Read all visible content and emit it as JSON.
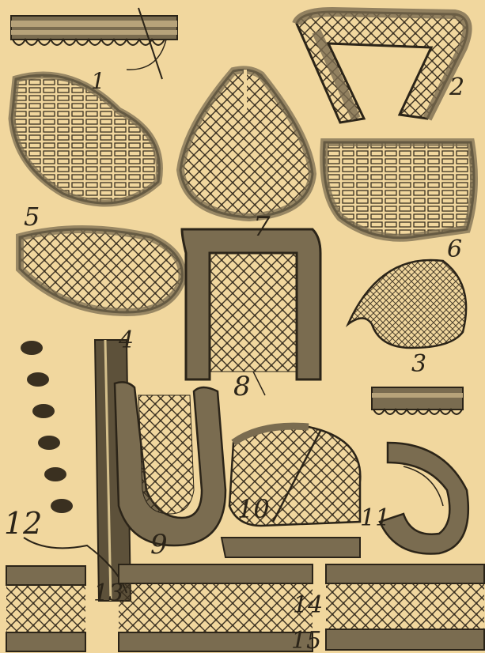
{
  "plate": {
    "background": "#f1d79e",
    "ink": "#2b2418",
    "figures": [
      {
        "id": "1",
        "label": "1"
      },
      {
        "id": "2",
        "label": "2"
      },
      {
        "id": "3",
        "label": "3"
      },
      {
        "id": "4",
        "label": "4"
      },
      {
        "id": "5",
        "label": "5"
      },
      {
        "id": "6",
        "label": "6"
      },
      {
        "id": "7",
        "label": "7"
      },
      {
        "id": "8",
        "label": "8"
      },
      {
        "id": "9",
        "label": "9"
      },
      {
        "id": "10",
        "label": "10"
      },
      {
        "id": "11",
        "label": "11"
      },
      {
        "id": "12",
        "label": "12"
      },
      {
        "id": "13",
        "label": "13"
      },
      {
        "id": "14",
        "label": "14"
      },
      {
        "id": "15",
        "label": "15"
      }
    ]
  }
}
